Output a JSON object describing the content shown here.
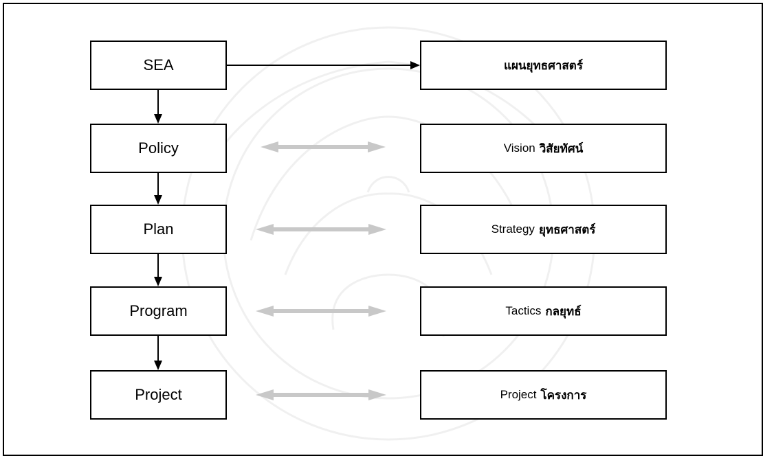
{
  "diagram": {
    "flow": [
      {
        "label": "SEA"
      },
      {
        "label": "Policy"
      },
      {
        "label": "Plan"
      },
      {
        "label": "Program"
      },
      {
        "label": "Project"
      }
    ],
    "concepts": [
      {
        "en": "",
        "th": "แผนยุทธศาสตร์"
      },
      {
        "en": "Vision",
        "th": "วิสัยทัศน์"
      },
      {
        "en": "Strategy",
        "th": "ยุทธศาสตร์"
      },
      {
        "en": "Tactics",
        "th": "กลยุทธ์"
      },
      {
        "en": "Project",
        "th": "โครงการ"
      }
    ]
  },
  "colors": {
    "box_border": "#000000",
    "arrow": "#000000",
    "double_arrow": "#c8c8c8",
    "watermark": "#9a9a9a"
  },
  "watermark": "university-seal-emblem"
}
